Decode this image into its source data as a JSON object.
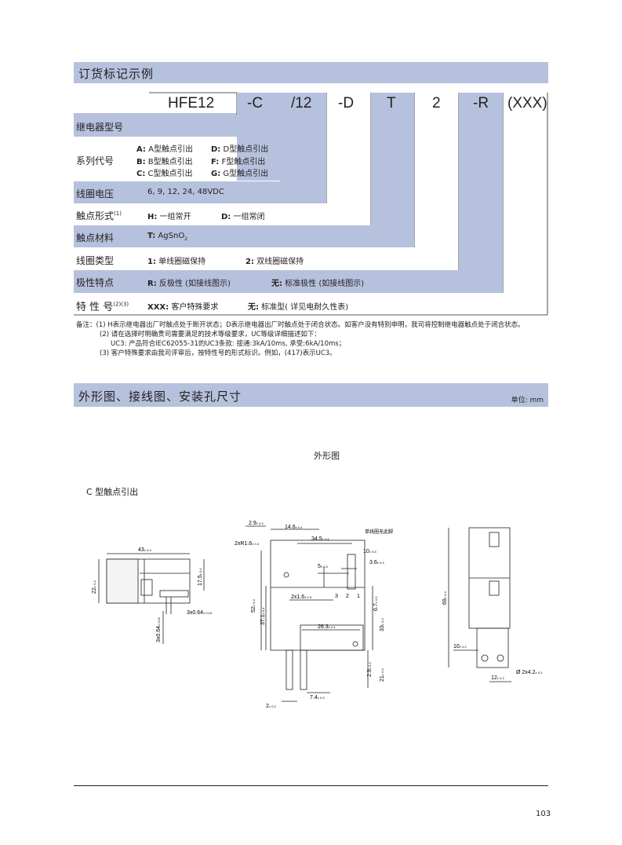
{
  "section1": {
    "title": "订货标记示例"
  },
  "order_code": [
    "HFE12",
    "-C",
    "/12",
    "-D",
    "T",
    "2",
    "-R",
    "(XXX)"
  ],
  "rows": {
    "relay_type": "继电器型号",
    "series": {
      "label": "系列代号",
      "items": [
        {
          "k": "A:",
          "v": " A型触点引出"
        },
        {
          "k": "D:",
          "v": " D型触点引出"
        },
        {
          "k": "B:",
          "v": " B型触点引出"
        },
        {
          "k": "F:",
          "v": " F型触点引出"
        },
        {
          "k": "C:",
          "v": " C型触点引出"
        },
        {
          "k": "G:",
          "v": " G型触点引出"
        }
      ]
    },
    "coil_voltage": {
      "label": "线圈电压",
      "value": "6, 9, 12, 24, 48VDC"
    },
    "contact_form": {
      "label": "触点形式",
      "sup": "(1)",
      "h_key": "H:",
      "h_val": " 一组常开",
      "d_key": "D:",
      "d_val": " 一组常闭"
    },
    "contact_material": {
      "label": "触点材料",
      "key": "T:",
      "val": " AgSnO",
      "sub": "2"
    },
    "coil_type": {
      "label": "线圈类型",
      "k1": "1:",
      "v1": " 单线圈磁保持",
      "k2": "2:",
      "v2": " 双线圈磁保持"
    },
    "polarity": {
      "label": "极性特点",
      "k1": "R:",
      "v1": " 反极性 (如接线图示)",
      "k2": "无:",
      "v2": " 标准极性 (如接线图示)"
    },
    "special": {
      "label": "特 性 号",
      "sup": "(2)(3)",
      "k1": "XXX:",
      "v1": " 客户特殊要求",
      "k2": "无:",
      "v2": " 标准型( 详见电耐久性表)"
    }
  },
  "notes": [
    "备注：(1)  H表示继电器出厂时触点处于断开状态；D表示继电器出厂时触点处于闭合状态。如客户没有特别申明，我司将控制继电器触点处于闭合状态。",
    "(2) 请在选择时明确贵司需要满足的技术等级要求，UC等级详细描述如下：",
    "UC3: 产品符合IEC62055-31的UC3条款: 接通:3kA/10ms, 承受:6kA/10ms；",
    "(3) 客户特殊要求由我司评审后，按特性号的形式标识。例如，(417)表示UC3。"
  ],
  "section2": {
    "title": "外形图、接线图、安装孔尺寸",
    "unit": "单位: mm"
  },
  "drawing": {
    "title": "外形图",
    "variant": "C 型触点引出",
    "dims_left": [
      "43",
      "22",
      "17.5",
      "3x0.64",
      "3x0.64"
    ],
    "dims_left_tol": [
      "± 0.4",
      "± 0.4",
      "± 0.4",
      "± 0.15",
      "± 0.15"
    ],
    "dims_mid": [
      "2.9",
      "14.6",
      "2xR1.6",
      "34.5",
      "10",
      "5",
      "3.6",
      "2x1.6",
      "52",
      "37.1",
      "6.7",
      "26.3",
      "33",
      "2.9",
      "21",
      "7.4",
      "2"
    ],
    "dims_mid_tol": [
      "± 0.3",
      "± 0.4",
      "± 0.4",
      "± 0.4",
      "± 0.5",
      "± 0.3",
      "± 0.3",
      "± 0.3",
      "± 0.4",
      "± 0.4",
      "± 0.5",
      "± 0.4",
      "± 0.4",
      "± 0.3",
      "± 0.4",
      "± 0.3",
      "± 0.2"
    ],
    "pin_labels": [
      "3",
      "2",
      "1"
    ],
    "single_coil_note": "单线圈无此脚",
    "dims_right": [
      "69",
      "10",
      "Ø 2x4.2",
      "12"
    ],
    "dims_right_tol": [
      "± 0.4",
      "± 0.2",
      "± 0.3",
      "± 0.2"
    ]
  },
  "page_number": "103"
}
